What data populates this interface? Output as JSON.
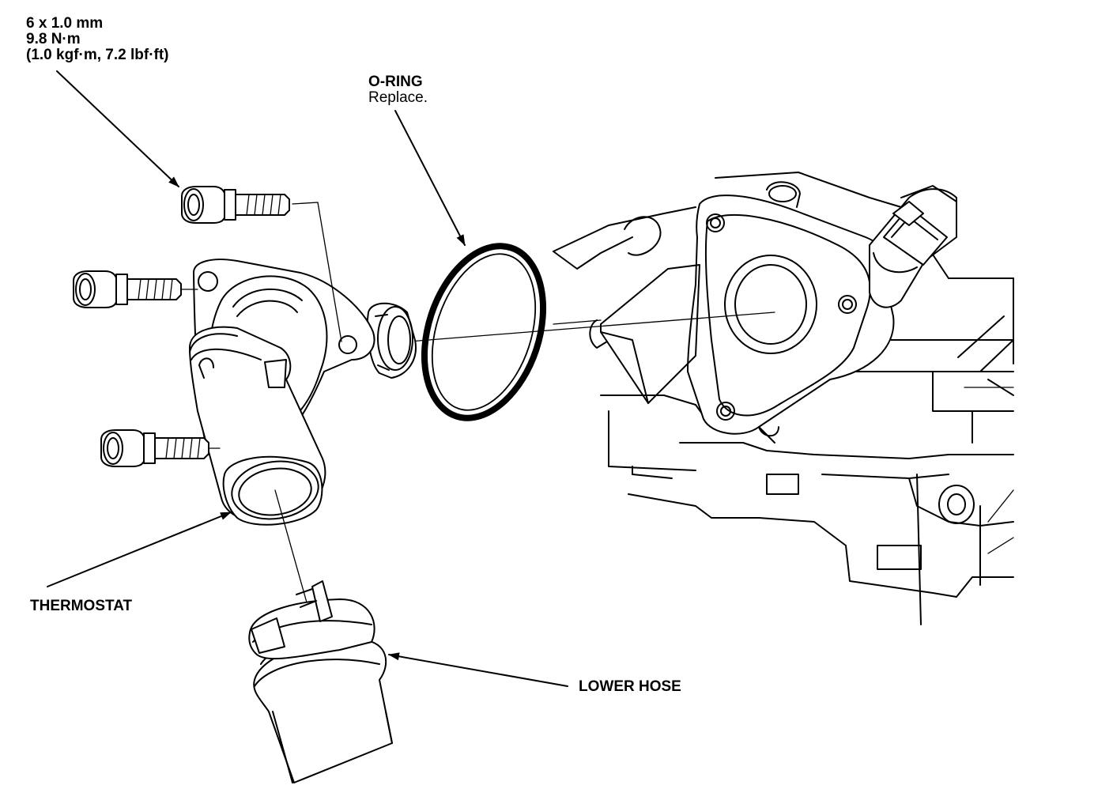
{
  "labels": {
    "bolt_spec": {
      "size": "6 x 1.0 mm",
      "torque_nm": "9.8 N·m",
      "torque_alt": "(1.0 kgf·m, 7.2 lbf·ft)"
    },
    "oring": {
      "name": "O-RING",
      "note": "Replace."
    },
    "thermostat": "THERMOSTAT",
    "lower_hose": "LOWER HOSE"
  },
  "colors": {
    "ink": "#000000",
    "paper": "#ffffff"
  }
}
